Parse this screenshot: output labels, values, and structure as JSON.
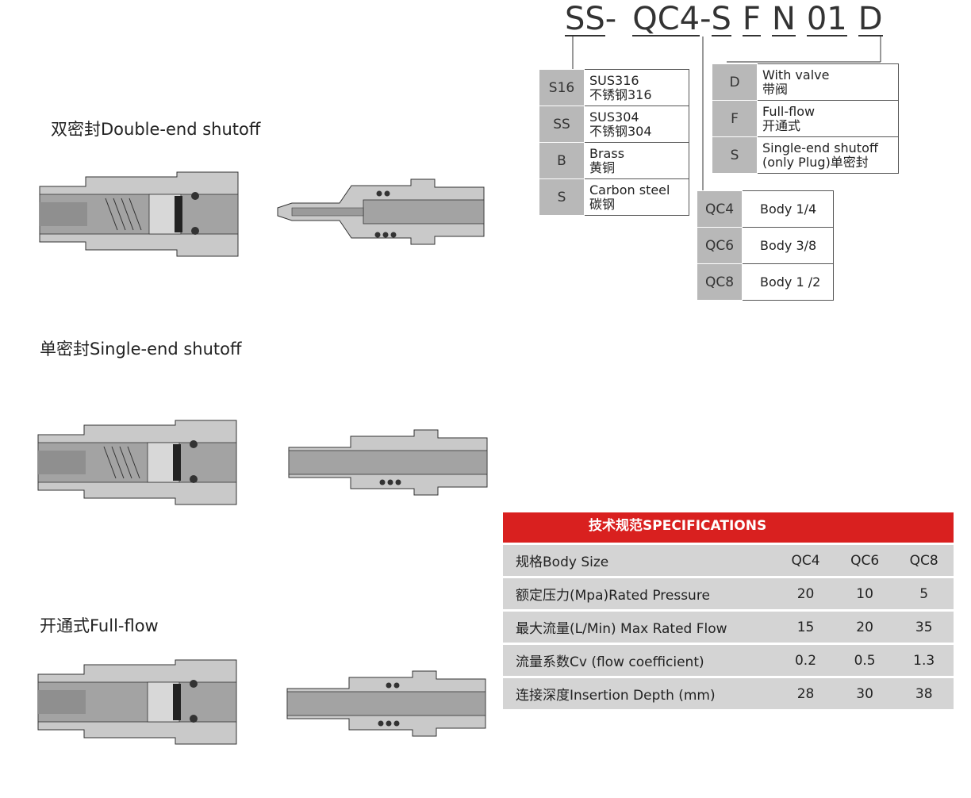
{
  "part_code": {
    "parts": [
      "SS",
      "-",
      "QC4",
      "-",
      "S",
      "F",
      "N",
      "01",
      "D"
    ]
  },
  "material_options": [
    {
      "code": "S16",
      "line1": "SUS316",
      "line2": "不锈钢316"
    },
    {
      "code": "SS",
      "line1": "SUS304",
      "line2": "不锈钢304"
    },
    {
      "code": "B",
      "line1": "Brass",
      "line2": "黄铜"
    },
    {
      "code": "S",
      "line1": "Carbon steel",
      "line2": "碳钢"
    }
  ],
  "valve_options": [
    {
      "code": "D",
      "line1": "With valve",
      "line2": "带阀"
    },
    {
      "code": "F",
      "line1": "Full-flow",
      "line2": "开通式"
    },
    {
      "code": "S",
      "line1": "Single-end shutoff",
      "line2": "(only Plug)单密封"
    }
  ],
  "body_options": [
    {
      "code": "QC4",
      "label": "Body 1/4"
    },
    {
      "code": "QC6",
      "label": "Body 3/8"
    },
    {
      "code": "QC8",
      "label": "Body 1 /2"
    }
  ],
  "sections": {
    "double": "双密封Double-end shutoff",
    "single": "单密封Single-end shutoff",
    "fullflow": "开通式Full-flow"
  },
  "specifications": {
    "title": "技术规范SPECIFICATIONS",
    "header": {
      "label": "规格Body Size",
      "cols": [
        "QC4",
        "QC6",
        "QC8"
      ]
    },
    "rows": [
      {
        "label": "额定压力(Mpa)Rated Pressure",
        "values": [
          "20",
          "10",
          "5"
        ]
      },
      {
        "label": "最大流量(L/Min) Max Rated Flow",
        "values": [
          "15",
          "20",
          "35"
        ]
      },
      {
        "label": "流量系数Cv (flow coefficient)",
        "values": [
          "0.2",
          "0.5",
          "1.3"
        ]
      },
      {
        "label": "连接深度Insertion Depth (mm)",
        "values": [
          "28",
          "30",
          "38"
        ]
      }
    ]
  },
  "colors": {
    "accent": "#d9201f",
    "code_cell": "#b8b8b8",
    "spec_row": "#d4d4d4",
    "metal": "#a3a3a3",
    "metal_light": "#c9c9c9"
  }
}
